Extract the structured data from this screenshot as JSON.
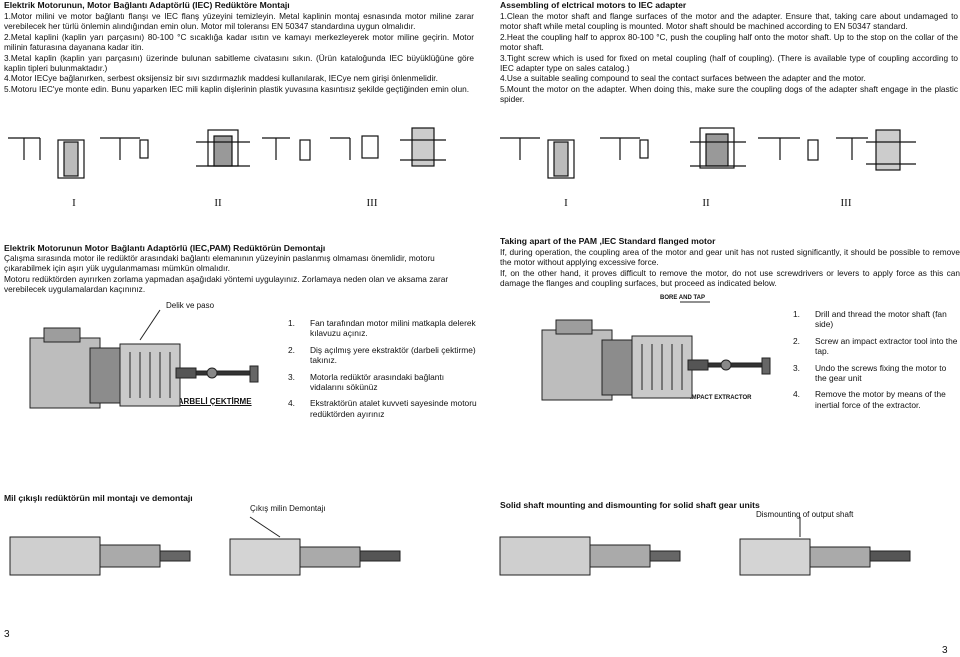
{
  "tr_top": {
    "title": "Elektrik Motorunun, Motor Bağlantı Adaptörlü (IEC) Redüktöre Montajı",
    "p1": "1.Motor milini ve motor bağlantı flanşı ve IEC flanş yüzeyini temizleyin. Metal kaplinin montaj esnasında motor miline zarar verebilecek her türlü önlemin alındığından emin olun. Motor mil toleransı EN 50347 standardına uygun olmalıdır.",
    "p2": "2.Metal kaplini (kaplin yarı parçasını) 80-100 °C sıcaklığa kadar ısıtın ve kamayı merkezleyerek motor miline geçirin. Motor milinin faturasına dayanana kadar itin.",
    "p3": "3.Metal kaplin (kaplin yarı parçasını) üzerinde bulunan sabitleme civatasını sıkın. (Ürün kataloğunda IEC büyüklüğüne göre kaplin tipleri bulunmaktadır.)",
    "p4": "4.Motor IECye bağlanırken, serbest oksijensiz bir sıvı sızdırmazlık maddesi kullanılarak, IECye nem girişi önlenmelidir.",
    "p5": "5.Motoru IEC'ye monte edin. Bunu yaparken IEC mili kaplin dişlerinin plastik yuvasına kasıntısız şekilde geçtiğinden emin olun."
  },
  "en_top": {
    "title": "Assembling of elctrical motors to IEC adapter",
    "p1": "1.Clean the motor shaft and flange surfaces of the motor and the adapter. Ensure that, taking care about undamaged to motor shaft while metal coupling is mounted. Motor shaft should be machined according to EN 50347 standard.",
    "p2": "2.Heat the coupling half to approx 80-100 °C, push the coupling half onto the motor shaft. Up to the stop on the collar of the motor shaft.",
    "p3": "3.Tight screw which is used for fixed on metal coupling (half of coupling). (There is available type of coupling according to IEC adapter type on sales catalog.)",
    "p4": "4.Use a suitable sealing compound to seal the contact surfaces between the adapter and the motor.",
    "p5": "5.Mount the motor on the adapter. When doing this, make sure the coupling dogs of the adapter shaft engage in the plastic spider."
  },
  "roman": [
    "I",
    "II",
    "III",
    "I",
    "II",
    "III"
  ],
  "tr_mid": {
    "title": "Elektrik Motorunun Motor Bağlantı Adaptörlü (IEC,PAM) Redüktörün Demontajı",
    "p1": "Çalışma sırasında motor ile redüktör arasındaki bağlantı elemanının yüzeyinin paslanmış olmaması önemlidir, motoru çıkarabilmek için aşırı yük uygulanmaması mümkün olmalıdır.",
    "p2": "Motoru redüktörden ayırırken zorlama yapmadan aşağıdaki yöntemi uygulayınız. Zorlamaya neden olan ve aksama zarar verebilecek uygulamalardan kaçınınız.",
    "label_drill": "Delik ve paso",
    "label_extractor": "DARBELİ ÇEKTİRME",
    "steps": [
      {
        "num": "1.",
        "text": "Fan tarafından motor milini matkapla delerek kılavuzu açınız."
      },
      {
        "num": "2.",
        "text": "Diş açılmış yere ekstraktör (darbeli çektirme) takınız."
      },
      {
        "num": "3.",
        "text": "Motorla redüktör arasındaki bağlantı vidalarını sökünüz"
      },
      {
        "num": "4.",
        "text": "Ekstraktörün atalet kuvveti sayesinde motoru redüktörden ayırınız"
      }
    ]
  },
  "en_mid": {
    "title": "Taking apart of the PAM ,IEC Standard flanged motor",
    "p1": "If, during operation, the coupling area of the motor and gear unit has not rusted significantly, it should be possible to remove the motor without applying excessive force.",
    "p2": "If, on the other hand, it proves difficult to remove the motor, do not use screwdrivers or levers to apply force as this can damage the flanges and coupling surfaces, but proceed as indicated below.",
    "label_bore": "BORE AND TAP",
    "label_impact": "IMPACT EXTRACTOR",
    "steps": [
      {
        "num": "1.",
        "text": "Drill and thread the motor shaft (fan side)"
      },
      {
        "num": "2.",
        "text": "Screw an impact extractor tool into the tap."
      },
      {
        "num": "3.",
        "text": "Undo the screws fixing the motor to the gear unit"
      },
      {
        "num": "4.",
        "text": "Remove the motor by means of the inertial force of the extractor."
      }
    ]
  },
  "tr_bottom": {
    "title": "Mil çıkışlı redüktörün mil montajı ve demontajı",
    "label": "Çıkış milin Demontajı"
  },
  "en_bottom": {
    "title": "Solid shaft mounting and dismounting for solid shaft gear units",
    "label": "Dismounting of output shaft"
  },
  "page": {
    "left": "3",
    "right": "3"
  }
}
